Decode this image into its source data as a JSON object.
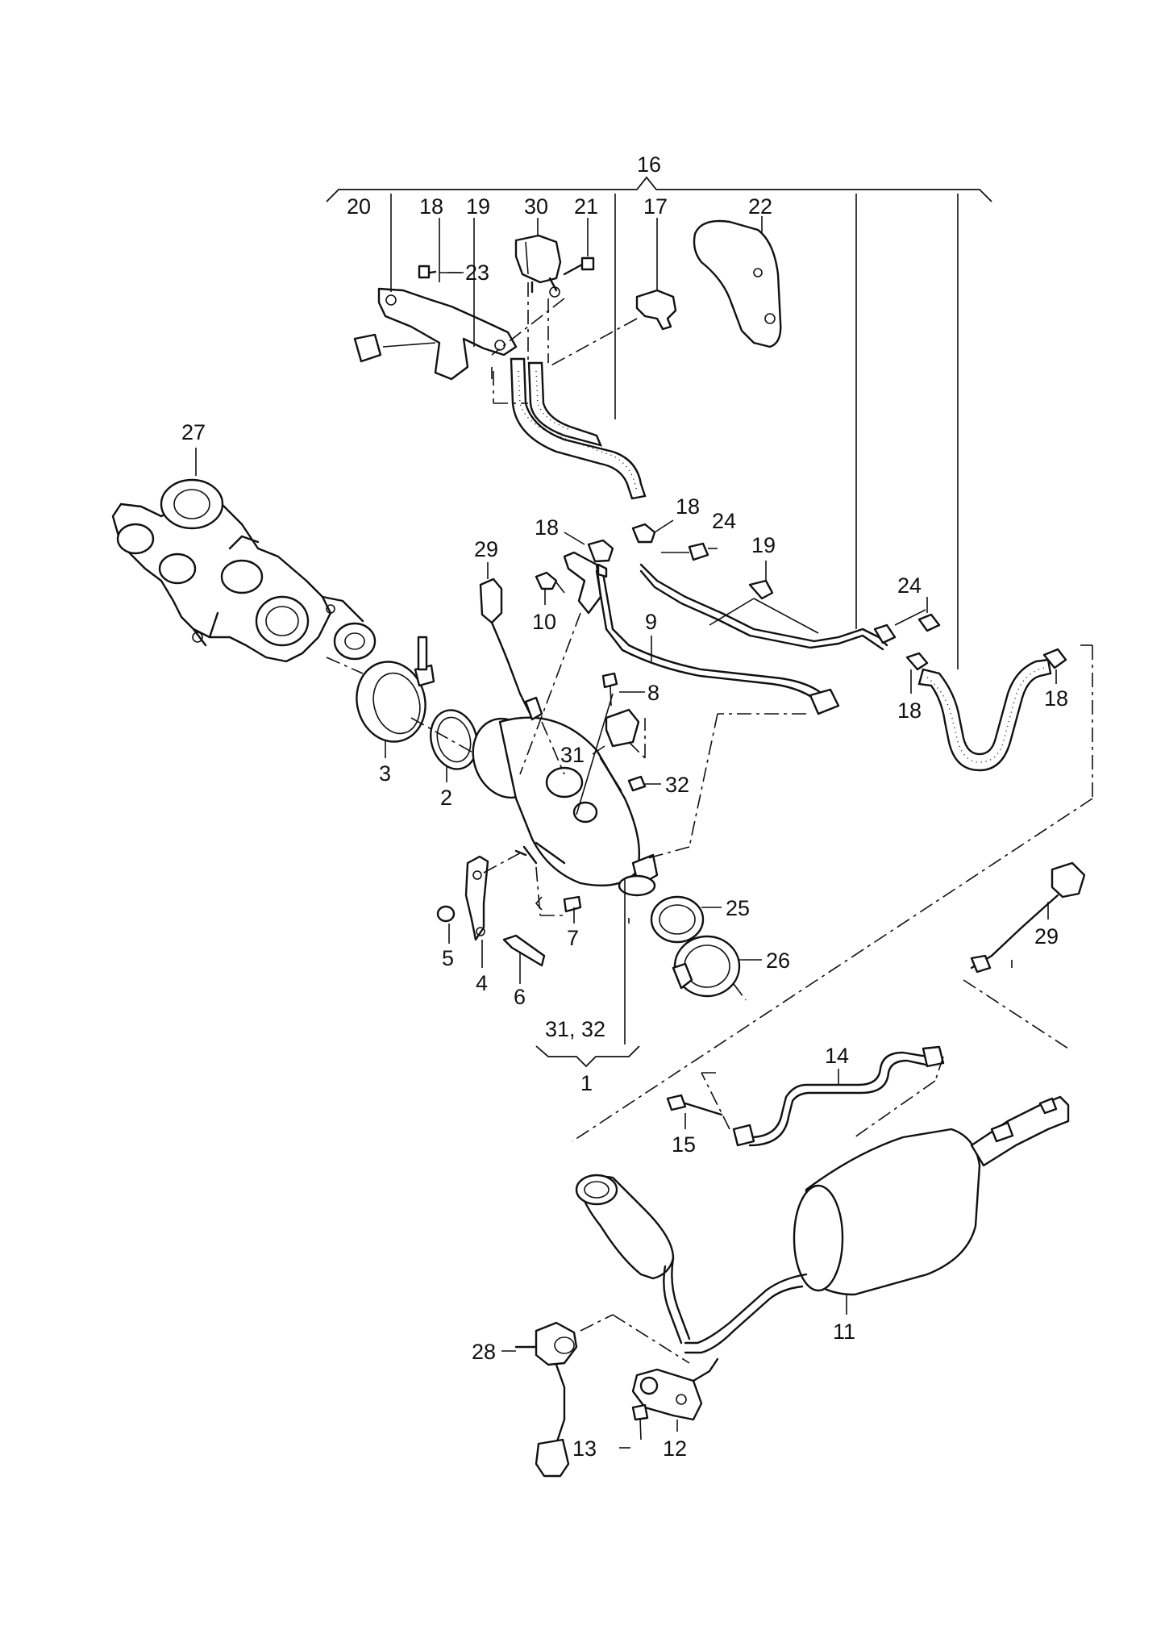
{
  "callouts": [
    {
      "id": "c16",
      "text": "16"
    },
    {
      "id": "c20",
      "text": "20"
    },
    {
      "id": "c18a",
      "text": "18"
    },
    {
      "id": "c19a",
      "text": "19"
    },
    {
      "id": "c30",
      "text": "30"
    },
    {
      "id": "c21",
      "text": "21"
    },
    {
      "id": "c17",
      "text": "17"
    },
    {
      "id": "c22",
      "text": "22"
    },
    {
      "id": "c23",
      "text": "23"
    },
    {
      "id": "c27",
      "text": "27"
    },
    {
      "id": "c18b",
      "text": "18"
    },
    {
      "id": "c18c",
      "text": "18"
    },
    {
      "id": "c24a",
      "text": "24"
    },
    {
      "id": "c19b",
      "text": "19"
    },
    {
      "id": "c29a",
      "text": "29"
    },
    {
      "id": "c10",
      "text": "10"
    },
    {
      "id": "c9",
      "text": "9"
    },
    {
      "id": "c24b",
      "text": "24"
    },
    {
      "id": "c18d",
      "text": "18"
    },
    {
      "id": "c18e",
      "text": "18"
    },
    {
      "id": "c8",
      "text": "8"
    },
    {
      "id": "c31",
      "text": "31"
    },
    {
      "id": "c32",
      "text": "32"
    },
    {
      "id": "c3",
      "text": "3"
    },
    {
      "id": "c2",
      "text": "2"
    },
    {
      "id": "c25",
      "text": "25"
    },
    {
      "id": "c29b",
      "text": "29"
    },
    {
      "id": "c5",
      "text": "5"
    },
    {
      "id": "c7",
      "text": "7"
    },
    {
      "id": "c4",
      "text": "4"
    },
    {
      "id": "c6",
      "text": "6"
    },
    {
      "id": "c26",
      "text": "26"
    },
    {
      "id": "c3132",
      "text": "31, 32"
    },
    {
      "id": "c1",
      "text": "1"
    },
    {
      "id": "c14",
      "text": "14"
    },
    {
      "id": "c15",
      "text": "15"
    },
    {
      "id": "c11",
      "text": "11"
    },
    {
      "id": "c28",
      "text": "28"
    },
    {
      "id": "c13",
      "text": "13"
    },
    {
      "id": "c12",
      "text": "12"
    }
  ]
}
